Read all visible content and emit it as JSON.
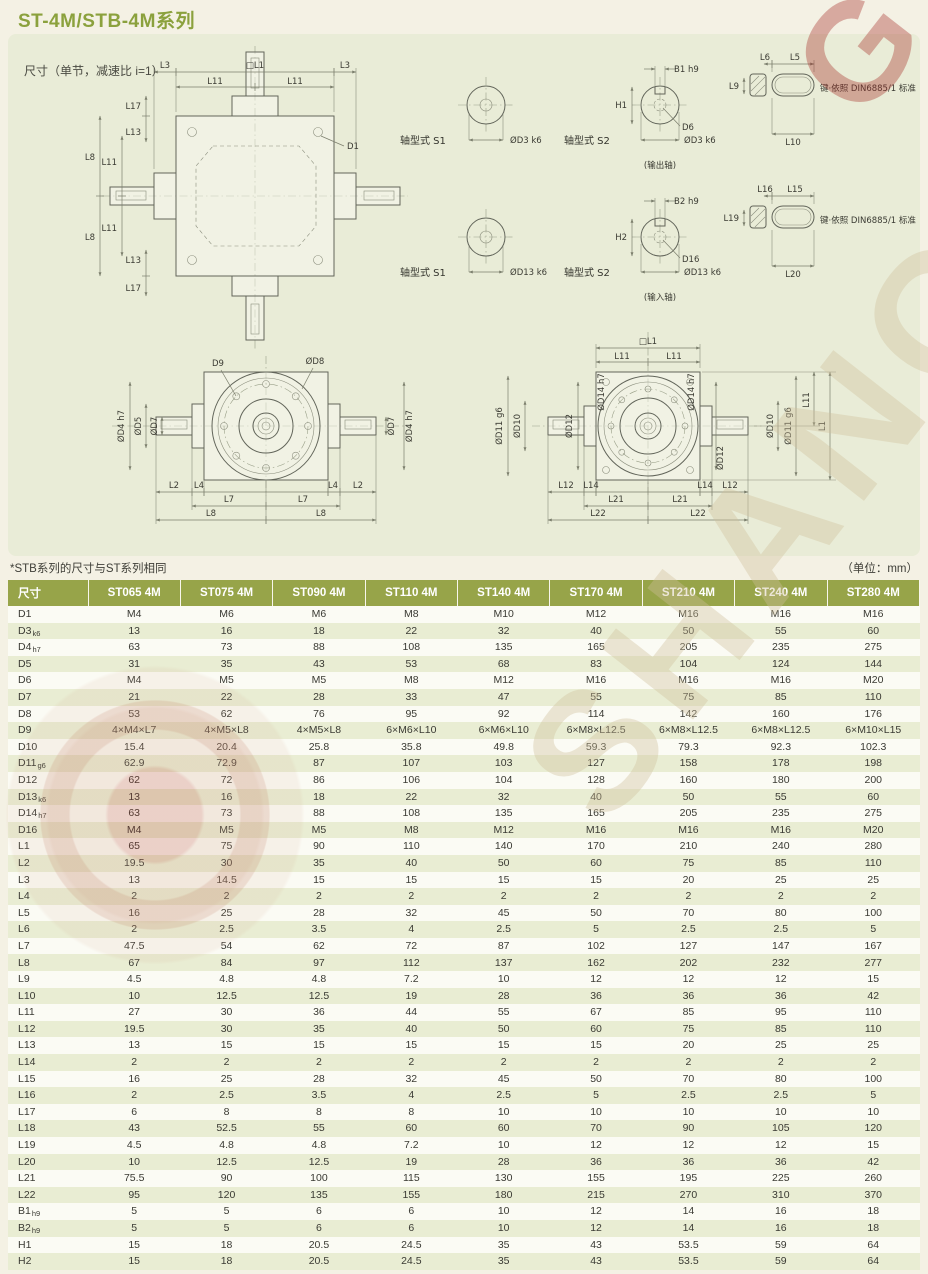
{
  "page": {
    "title": "ST-4M/STB-4M系列",
    "size_note": "尺寸（单节，减速比 i=1）",
    "footnote": "*STB系列的尺寸与ST系列相同",
    "unit_note": "（单位：mm）"
  },
  "watermark": {
    "brand": "SHANG",
    "accent": "G"
  },
  "drawing_labels": {
    "shaft_type_s1": "轴型式 S1",
    "shaft_type_s2": "轴型式 S2",
    "output_shaft": "(输出轴)",
    "input_shaft": "(输入轴)",
    "key_standard": "键·依照 DIN6885/1 标准",
    "D1": "D1",
    "D6": "D6",
    "D9": "D9",
    "D16": "D16",
    "OD3": "ØD3 k6",
    "OD13": "ØD13 k6",
    "OD4": "ØD4 h7",
    "OD5": "ØD5",
    "OD7": "ØD7",
    "OD8": "ØD8",
    "OD10": "ØD10",
    "OD11": "ØD11 g6",
    "OD12": "ØD12",
    "OD14": "ØD14 h7",
    "B1": "B1 h9",
    "B2": "B2 h9",
    "H1": "H1",
    "H2": "H2",
    "sqL1": "□L1",
    "L1": "L1",
    "L2": "L2",
    "L3": "L3",
    "L4": "L4",
    "L5": "L5",
    "L6": "L6",
    "L7": "L7",
    "L8": "L8",
    "L9": "L9",
    "L10": "L10",
    "L11": "L11",
    "L12": "L12",
    "L13": "L13",
    "L14": "L14",
    "L15": "L15",
    "L16": "L16",
    "L17": "L17",
    "L19": "L19",
    "L20": "L20",
    "L21": "L21",
    "L22": "L22"
  },
  "table": {
    "headers": [
      "尺寸",
      "ST065 4M",
      "ST075 4M",
      "ST090 4M",
      "ST110 4M",
      "ST140 4M",
      "ST170 4M",
      "ST210 4M",
      "ST240 4M",
      "ST280 4M"
    ],
    "rows": [
      {
        "name": "D1",
        "sub": "",
        "values": [
          "M4",
          "M6",
          "M6",
          "M8",
          "M10",
          "M12",
          "M16",
          "M16",
          "M16"
        ]
      },
      {
        "name": "D3",
        "sub": "k6",
        "values": [
          "13",
          "16",
          "18",
          "22",
          "32",
          "40",
          "50",
          "55",
          "60"
        ]
      },
      {
        "name": "D4",
        "sub": "h7",
        "values": [
          "63",
          "73",
          "88",
          "108",
          "135",
          "165",
          "205",
          "235",
          "275"
        ]
      },
      {
        "name": "D5",
        "sub": "",
        "values": [
          "31",
          "35",
          "43",
          "53",
          "68",
          "83",
          "104",
          "124",
          "144"
        ]
      },
      {
        "name": "D6",
        "sub": "",
        "values": [
          "M4",
          "M5",
          "M5",
          "M8",
          "M12",
          "M16",
          "M16",
          "M16",
          "M20"
        ]
      },
      {
        "name": "D7",
        "sub": "",
        "values": [
          "21",
          "22",
          "28",
          "33",
          "47",
          "55",
          "75",
          "85",
          "110"
        ]
      },
      {
        "name": "D8",
        "sub": "",
        "values": [
          "53",
          "62",
          "76",
          "95",
          "92",
          "114",
          "142",
          "160",
          "176"
        ]
      },
      {
        "name": "D9",
        "sub": "",
        "values": [
          "4×M4×L7",
          "4×M5×L8",
          "4×M5×L8",
          "6×M6×L10",
          "6×M6×L10",
          "6×M8×L12.5",
          "6×M8×L12.5",
          "6×M8×L12.5",
          "6×M10×L15"
        ]
      },
      {
        "name": "D10",
        "sub": "",
        "values": [
          "15.4",
          "20.4",
          "25.8",
          "35.8",
          "49.8",
          "59.3",
          "79.3",
          "92.3",
          "102.3"
        ]
      },
      {
        "name": "D11",
        "sub": "g6",
        "values": [
          "62.9",
          "72.9",
          "87",
          "107",
          "103",
          "127",
          "158",
          "178",
          "198"
        ]
      },
      {
        "name": "D12",
        "sub": "",
        "values": [
          "62",
          "72",
          "86",
          "106",
          "104",
          "128",
          "160",
          "180",
          "200"
        ]
      },
      {
        "name": "D13",
        "sub": "k6",
        "values": [
          "13",
          "16",
          "18",
          "22",
          "32",
          "40",
          "50",
          "55",
          "60"
        ]
      },
      {
        "name": "D14",
        "sub": "h7",
        "values": [
          "63",
          "73",
          "88",
          "108",
          "135",
          "165",
          "205",
          "235",
          "275"
        ]
      },
      {
        "name": "D16",
        "sub": "",
        "values": [
          "M4",
          "M5",
          "M5",
          "M8",
          "M12",
          "M16",
          "M16",
          "M16",
          "M20"
        ]
      },
      {
        "name": "L1",
        "sub": "",
        "values": [
          "65",
          "75",
          "90",
          "110",
          "140",
          "170",
          "210",
          "240",
          "280"
        ]
      },
      {
        "name": "L2",
        "sub": "",
        "values": [
          "19.5",
          "30",
          "35",
          "40",
          "50",
          "60",
          "75",
          "85",
          "110"
        ]
      },
      {
        "name": "L3",
        "sub": "",
        "values": [
          "13",
          "14.5",
          "15",
          "15",
          "15",
          "15",
          "20",
          "25",
          "25"
        ]
      },
      {
        "name": "L4",
        "sub": "",
        "values": [
          "2",
          "2",
          "2",
          "2",
          "2",
          "2",
          "2",
          "2",
          "2"
        ]
      },
      {
        "name": "L5",
        "sub": "",
        "values": [
          "16",
          "25",
          "28",
          "32",
          "45",
          "50",
          "70",
          "80",
          "100"
        ]
      },
      {
        "name": "L6",
        "sub": "",
        "values": [
          "2",
          "2.5",
          "3.5",
          "4",
          "2.5",
          "5",
          "2.5",
          "2.5",
          "5"
        ]
      },
      {
        "name": "L7",
        "sub": "",
        "values": [
          "47.5",
          "54",
          "62",
          "72",
          "87",
          "102",
          "127",
          "147",
          "167"
        ]
      },
      {
        "name": "L8",
        "sub": "",
        "values": [
          "67",
          "84",
          "97",
          "112",
          "137",
          "162",
          "202",
          "232",
          "277"
        ]
      },
      {
        "name": "L9",
        "sub": "",
        "values": [
          "4.5",
          "4.8",
          "4.8",
          "7.2",
          "10",
          "12",
          "12",
          "12",
          "15"
        ]
      },
      {
        "name": "L10",
        "sub": "",
        "values": [
          "10",
          "12.5",
          "12.5",
          "19",
          "28",
          "36",
          "36",
          "36",
          "42"
        ]
      },
      {
        "name": "L11",
        "sub": "",
        "values": [
          "27",
          "30",
          "36",
          "44",
          "55",
          "67",
          "85",
          "95",
          "110"
        ]
      },
      {
        "name": "L12",
        "sub": "",
        "values": [
          "19.5",
          "30",
          "35",
          "40",
          "50",
          "60",
          "75",
          "85",
          "110"
        ]
      },
      {
        "name": "L13",
        "sub": "",
        "values": [
          "13",
          "15",
          "15",
          "15",
          "15",
          "15",
          "20",
          "25",
          "25"
        ]
      },
      {
        "name": "L14",
        "sub": "",
        "values": [
          "2",
          "2",
          "2",
          "2",
          "2",
          "2",
          "2",
          "2",
          "2"
        ]
      },
      {
        "name": "L15",
        "sub": "",
        "values": [
          "16",
          "25",
          "28",
          "32",
          "45",
          "50",
          "70",
          "80",
          "100"
        ]
      },
      {
        "name": "L16",
        "sub": "",
        "values": [
          "2",
          "2.5",
          "3.5",
          "4",
          "2.5",
          "5",
          "2.5",
          "2.5",
          "5"
        ]
      },
      {
        "name": "L17",
        "sub": "",
        "values": [
          "6",
          "8",
          "8",
          "8",
          "10",
          "10",
          "10",
          "10",
          "10"
        ]
      },
      {
        "name": "L18",
        "sub": "",
        "values": [
          "43",
          "52.5",
          "55",
          "60",
          "60",
          "70",
          "90",
          "105",
          "120"
        ]
      },
      {
        "name": "L19",
        "sub": "",
        "values": [
          "4.5",
          "4.8",
          "4.8",
          "7.2",
          "10",
          "12",
          "12",
          "12",
          "15"
        ]
      },
      {
        "name": "L20",
        "sub": "",
        "values": [
          "10",
          "12.5",
          "12.5",
          "19",
          "28",
          "36",
          "36",
          "36",
          "42"
        ]
      },
      {
        "name": "L21",
        "sub": "",
        "values": [
          "75.5",
          "90",
          "100",
          "115",
          "130",
          "155",
          "195",
          "225",
          "260"
        ]
      },
      {
        "name": "L22",
        "sub": "",
        "values": [
          "95",
          "120",
          "135",
          "155",
          "180",
          "215",
          "270",
          "310",
          "370"
        ]
      },
      {
        "name": "B1",
        "sub": "h9",
        "values": [
          "5",
          "5",
          "6",
          "6",
          "10",
          "12",
          "14",
          "16",
          "18"
        ]
      },
      {
        "name": "B2",
        "sub": "h9",
        "values": [
          "5",
          "5",
          "6",
          "6",
          "10",
          "12",
          "14",
          "16",
          "18"
        ]
      },
      {
        "name": "H1",
        "sub": "",
        "values": [
          "15",
          "18",
          "20.5",
          "24.5",
          "35",
          "43",
          "53.5",
          "59",
          "64"
        ]
      },
      {
        "name": "H2",
        "sub": "",
        "values": [
          "15",
          "18",
          "20.5",
          "24.5",
          "35",
          "43",
          "53.5",
          "59",
          "64"
        ]
      }
    ]
  }
}
